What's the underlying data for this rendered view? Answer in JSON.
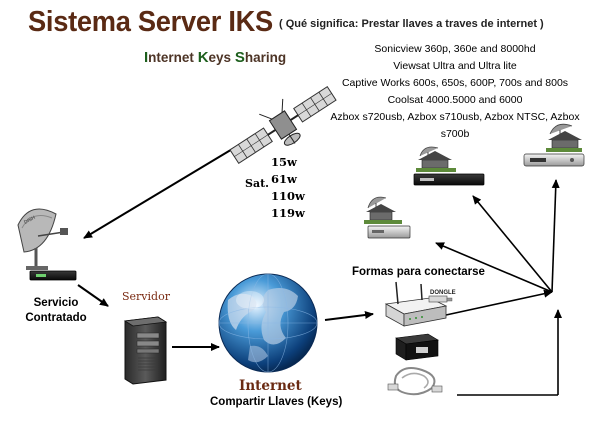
{
  "header": {
    "title": "Sistema Server IKS",
    "subtitle": "( Qué significa: Prestar llaves a traves de internet )",
    "tagline": [
      {
        "cap": "I",
        "rest": "nternet "
      },
      {
        "cap": "K",
        "rest": "eys "
      },
      {
        "cap": "S",
        "rest": "haring"
      }
    ]
  },
  "compatible_models": [
    "Sonicview 360p, 360e and 8000hd",
    "Viewsat Ultra and Ultra lite",
    "Captive Works 600s, 650s, 600P, 700s and 800s",
    "Coolsat 4000.5000 and 6000",
    "Azbox s720usb, Azbox s710usb, Azbox NTSC, Azbox s700b"
  ],
  "satellite": {
    "label": "Sat.",
    "positions": [
      "15w",
      "61w",
      "110w",
      "119w"
    ]
  },
  "nodes": {
    "service": {
      "line1": "Servicio",
      "line2": "Contratado"
    },
    "server": "Servidor",
    "internet": "Internet",
    "internet_caption": "Compartir Llaves (Keys)",
    "connection": "Formas para conectarse",
    "dongle_label": "DONGLE"
  },
  "colors": {
    "title": "#5a2a14",
    "tagline_caps": "#1d5f1d",
    "internet_text": "#6a2a12",
    "arrows": "#000000"
  }
}
